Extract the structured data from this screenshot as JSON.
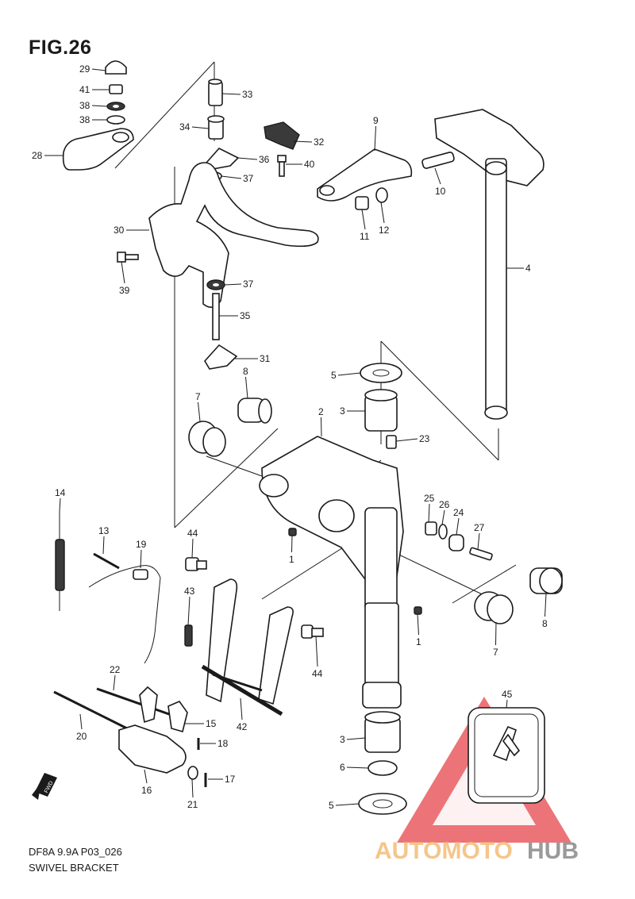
{
  "figure": {
    "title": "FIG.26",
    "code": "DF8A 9.9A P03_026",
    "name": "SWIVEL BRACKET",
    "fwd_label": "FWD"
  },
  "watermark": {
    "part1": "AUTOMOTO",
    "part2": "HUB",
    "colors": {
      "triangle": "#e8555a",
      "auto": "#f5c58a",
      "moto": "#e8555a",
      "hub": "#9a9a9a"
    }
  },
  "callouts": [
    {
      "id": "c29",
      "label": "29"
    },
    {
      "id": "c41",
      "label": "41"
    },
    {
      "id": "c38a",
      "label": "38"
    },
    {
      "id": "c38b",
      "label": "38"
    },
    {
      "id": "c28",
      "label": "28"
    },
    {
      "id": "c33",
      "label": "33"
    },
    {
      "id": "c34",
      "label": "34"
    },
    {
      "id": "c32",
      "label": "32"
    },
    {
      "id": "c36",
      "label": "36"
    },
    {
      "id": "c40",
      "label": "40"
    },
    {
      "id": "c37a",
      "label": "37"
    },
    {
      "id": "c9",
      "label": "9"
    },
    {
      "id": "c10",
      "label": "10"
    },
    {
      "id": "c11",
      "label": "11"
    },
    {
      "id": "c12",
      "label": "12"
    },
    {
      "id": "c30",
      "label": "30"
    },
    {
      "id": "c39",
      "label": "39"
    },
    {
      "id": "c37b",
      "label": "37"
    },
    {
      "id": "c35",
      "label": "35"
    },
    {
      "id": "c31",
      "label": "31"
    },
    {
      "id": "c4",
      "label": "4"
    },
    {
      "id": "c5a",
      "label": "5"
    },
    {
      "id": "c8a",
      "label": "8"
    },
    {
      "id": "c7a",
      "label": "7"
    },
    {
      "id": "c2",
      "label": "2"
    },
    {
      "id": "c3a",
      "label": "3"
    },
    {
      "id": "c23",
      "label": "23"
    },
    {
      "id": "c14",
      "label": "14"
    },
    {
      "id": "c13",
      "label": "13"
    },
    {
      "id": "c19",
      "label": "19"
    },
    {
      "id": "c44a",
      "label": "44"
    },
    {
      "id": "c25",
      "label": "25"
    },
    {
      "id": "c26",
      "label": "26"
    },
    {
      "id": "c24",
      "label": "24"
    },
    {
      "id": "c27",
      "label": "27"
    },
    {
      "id": "c1a",
      "label": "1"
    },
    {
      "id": "c43",
      "label": "43"
    },
    {
      "id": "c8b",
      "label": "8"
    },
    {
      "id": "c7b",
      "label": "7"
    },
    {
      "id": "c1b",
      "label": "1"
    },
    {
      "id": "c44b",
      "label": "44"
    },
    {
      "id": "c22",
      "label": "22"
    },
    {
      "id": "c45",
      "label": "45"
    },
    {
      "id": "c15",
      "label": "15"
    },
    {
      "id": "c20",
      "label": "20"
    },
    {
      "id": "c42",
      "label": "42"
    },
    {
      "id": "c18",
      "label": "18"
    },
    {
      "id": "c3b",
      "label": "3"
    },
    {
      "id": "c6",
      "label": "6"
    },
    {
      "id": "c16",
      "label": "16"
    },
    {
      "id": "c17",
      "label": "17"
    },
    {
      "id": "c21",
      "label": "21"
    },
    {
      "id": "c5b",
      "label": "5"
    }
  ]
}
